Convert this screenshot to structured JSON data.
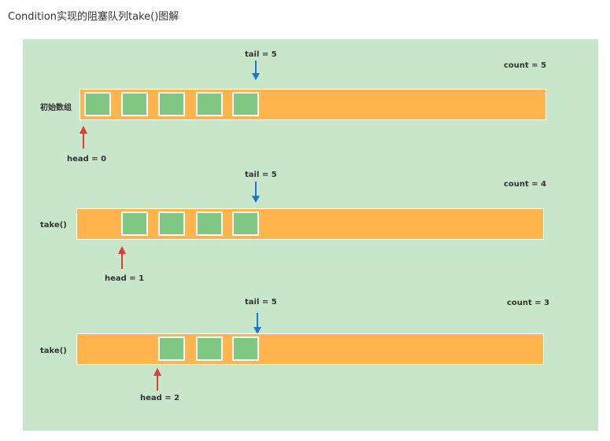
{
  "title": "Condition实现的阻塞队列take()图解",
  "colors": {
    "canvas_bg": "#c8e6c9",
    "array_bar": "#ffb44d",
    "element_cell": "#81c784",
    "tail_arrow": "#1976d2",
    "head_arrow": "#e53935"
  },
  "rows": [
    {
      "label": "初始数组",
      "tail_label": "tail = 5",
      "count_label": "count = 5",
      "head_label": "head = 0"
    },
    {
      "label": "take()",
      "tail_label": "tail = 5",
      "count_label": "count = 4",
      "head_label": "head = 1"
    },
    {
      "label": "take()",
      "tail_label": "tail = 5",
      "count_label": "count = 3",
      "head_label": "head = 2"
    }
  ]
}
